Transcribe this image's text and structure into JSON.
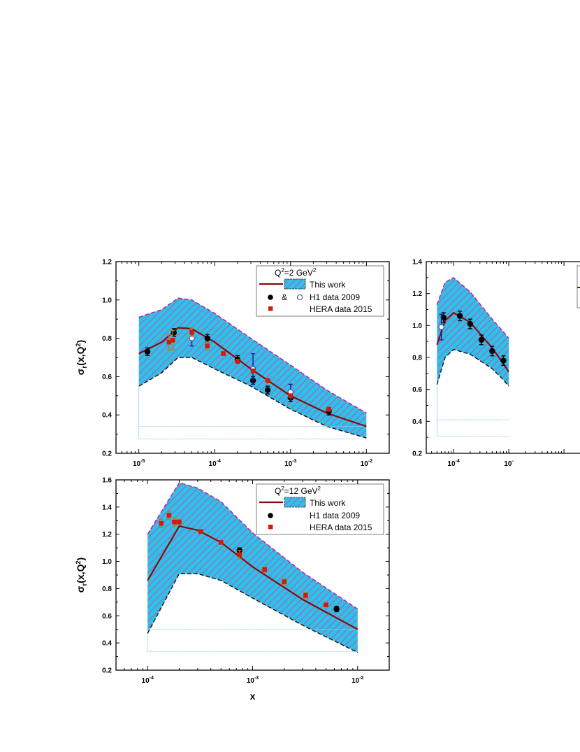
{
  "colors": {
    "band_fill": "#29c4e4",
    "band_hatch": "#c44ccf",
    "band_edge": "#c0199a",
    "curve": "#8b0a0a",
    "h1": "#000000",
    "hera": "#d61a00",
    "open": "#3b3ba0",
    "errorbar": "#1a1a9a",
    "fill_lines": "#8fd6ea"
  },
  "chart_data": [
    {
      "type": "line",
      "xscale": "log",
      "xlim": [
        5e-06,
        0.02
      ],
      "ylim": [
        0.2,
        1.2
      ],
      "xlabel": "",
      "ylabel": "σr(x,Q2)",
      "x_ticks": [
        1e-05,
        0.0001,
        0.001,
        0.01
      ],
      "x_tick_labels": [
        {
          "base": "10",
          "exp": "-5"
        },
        {
          "base": "10",
          "exp": "-4"
        },
        {
          "base": "10",
          "exp": "-3"
        },
        {
          "base": "10",
          "exp": "-2"
        }
      ],
      "y_ticks": [
        0.2,
        0.4,
        0.6,
        0.8,
        1.0,
        1.2
      ],
      "y_tick_labels": [
        "0.2",
        "0.4",
        "0.6",
        "0.8",
        "1.0",
        "1.2"
      ],
      "legend": {
        "placement": "top-right",
        "q2_label": "Q",
        "q2_value": "=2 GeV",
        "band_label": "This work",
        "h1_label": "H1 data 2009",
        "h1_joiner": "&",
        "hera_label": "HERA data 2015"
      },
      "band": {
        "x": [
          1e-05,
          2e-05,
          3.3e-05,
          5e-05,
          0.0001,
          0.0003,
          0.001,
          0.003,
          0.01
        ],
        "upper": [
          0.91,
          0.95,
          1.01,
          1.0,
          0.93,
          0.8,
          0.66,
          0.53,
          0.41
        ],
        "lower": [
          0.55,
          0.62,
          0.7,
          0.7,
          0.64,
          0.55,
          0.43,
          0.34,
          0.28
        ]
      },
      "fill_lines": [
        0.34,
        0.275
      ],
      "curve": {
        "x": [
          1e-05,
          2e-05,
          3.3e-05,
          5e-05,
          0.0001,
          0.0003,
          0.001,
          0.003,
          0.01
        ],
        "y": [
          0.72,
          0.78,
          0.855,
          0.85,
          0.78,
          0.64,
          0.5,
          0.41,
          0.34
        ]
      },
      "h1": [
        {
          "x": 1.3e-05,
          "y": 0.73,
          "err": 0.02
        },
        {
          "x": 2.9e-05,
          "y": 0.83,
          "err": 0.02
        },
        {
          "x": 8e-05,
          "y": 0.8,
          "err": 0.02
        },
        {
          "x": 0.0002,
          "y": 0.69,
          "err": 0.02
        },
        {
          "x": 0.00032,
          "y": 0.58,
          "err": 0.02
        },
        {
          "x": 0.0005,
          "y": 0.53,
          "err": 0.02
        },
        {
          "x": 0.001,
          "y": 0.49,
          "err": 0.02
        },
        {
          "x": 0.0032,
          "y": 0.42,
          "err": 0.02
        }
      ],
      "open": [
        {
          "x": 5e-05,
          "y": 0.8,
          "err": 0.04
        },
        {
          "x": 0.00032,
          "y": 0.64,
          "err": 0.08
        },
        {
          "x": 0.001,
          "y": 0.52,
          "err": 0.04
        }
      ],
      "hera": [
        {
          "x": 2.5e-05,
          "y": 0.78,
          "err": 0.04
        },
        {
          "x": 2.8e-05,
          "y": 0.79,
          "err": 0.05
        },
        {
          "x": 5e-05,
          "y": 0.83,
          "err": 0.02
        },
        {
          "x": 8e-05,
          "y": 0.76,
          "err": 0.02
        },
        {
          "x": 0.00013,
          "y": 0.72,
          "err": 0.01
        },
        {
          "x": 0.0002,
          "y": 0.68,
          "err": 0.01
        },
        {
          "x": 0.00032,
          "y": 0.63,
          "err": 0.01
        },
        {
          "x": 0.0005,
          "y": 0.58,
          "err": 0.01
        },
        {
          "x": 0.001,
          "y": 0.5,
          "err": 0.01
        },
        {
          "x": 0.0032,
          "y": 0.43,
          "err": 0.01
        }
      ]
    },
    {
      "type": "line",
      "xscale": "log",
      "xlim": [
        3.2e-05,
        0.15
      ],
      "ylim": [
        0.2,
        1.4
      ],
      "xlabel": "",
      "ylabel": "",
      "x_ticks": [
        0.0001,
        0.001
      ],
      "x_tick_labels": [
        {
          "base": "10",
          "exp": "-4"
        },
        {
          "base": "10",
          "exp": "-"
        }
      ],
      "y_ticks": [
        0.2,
        0.4,
        0.6,
        0.8,
        1.0,
        1.2,
        1.4
      ],
      "y_tick_labels": [
        "0.2",
        "0.4",
        "0.6",
        "0.8",
        "1.0",
        "1.2",
        "1.4"
      ],
      "band": {
        "x": [
          5e-05,
          7e-05,
          0.0001,
          0.0002,
          0.0005,
          0.0008,
          0.001
        ],
        "upper": [
          1.13,
          1.27,
          1.3,
          1.21,
          1.04,
          0.96,
          0.92
        ],
        "lower": [
          0.63,
          0.8,
          0.85,
          0.82,
          0.73,
          0.66,
          0.62
        ]
      },
      "fill_lines": [
        0.41,
        0.305
      ],
      "curve": {
        "x": [
          5e-05,
          7e-05,
          0.0001,
          0.0002,
          0.0005,
          0.0008,
          0.001
        ],
        "y": [
          0.88,
          1.03,
          1.08,
          1.02,
          0.86,
          0.76,
          0.71
        ]
      },
      "h1": [
        {
          "x": 6.6e-05,
          "y": 1.05,
          "err": 0.03
        },
        {
          "x": 0.00013,
          "y": 1.06,
          "err": 0.03
        },
        {
          "x": 0.0002,
          "y": 1.01,
          "err": 0.03
        },
        {
          "x": 0.00032,
          "y": 0.91,
          "err": 0.03
        },
        {
          "x": 0.0005,
          "y": 0.84,
          "err": 0.03
        },
        {
          "x": 0.0008,
          "y": 0.78,
          "err": 0.03
        }
      ],
      "open": [
        {
          "x": 6e-05,
          "y": 0.99,
          "err": 0.08
        }
      ],
      "hera": []
    },
    {
      "type": "line",
      "xscale": "log",
      "xlim": [
        5e-05,
        0.02
      ],
      "ylim": [
        0.2,
        1.6
      ],
      "xlabel": "x",
      "ylabel": "σr(x,Q2)",
      "x_ticks": [
        0.0001,
        0.001,
        0.01
      ],
      "x_tick_labels": [
        {
          "base": "10",
          "exp": "-4"
        },
        {
          "base": "10",
          "exp": "-3"
        },
        {
          "base": "10",
          "exp": "-2"
        }
      ],
      "y_ticks": [
        0.2,
        0.4,
        0.6,
        0.8,
        1.0,
        1.2,
        1.4,
        1.6
      ],
      "y_tick_labels": [
        "0.2",
        "0.4",
        "0.6",
        "0.8",
        "1.0",
        "1.2",
        "1.4",
        "1.6"
      ],
      "legend": {
        "placement": "top-right",
        "q2_label": "Q",
        "q2_value": "=12 GeV",
        "band_label": "This work",
        "h1_label": "H1 data 2009",
        "hera_label": "HERA data 2015"
      },
      "band": {
        "x": [
          0.0001,
          0.0002,
          0.0003,
          0.0005,
          0.001,
          0.003,
          0.01
        ],
        "upper": [
          1.2,
          1.58,
          1.54,
          1.44,
          1.21,
          0.92,
          0.65
        ],
        "lower": [
          0.47,
          0.91,
          0.91,
          0.86,
          0.73,
          0.53,
          0.33
        ]
      },
      "fill_lines": [
        0.5,
        0.335
      ],
      "curve": {
        "x": [
          0.0001,
          0.0002,
          0.0003,
          0.0005,
          0.001,
          0.003,
          0.01
        ],
        "y": [
          0.86,
          1.26,
          1.23,
          1.14,
          0.96,
          0.72,
          0.5
        ]
      },
      "h1": [
        {
          "x": 0.00075,
          "y": 1.08,
          "err": 0.02
        },
        {
          "x": 0.0063,
          "y": 0.65,
          "err": 0.02
        }
      ],
      "open": [],
      "hera": [
        {
          "x": 0.000135,
          "y": 1.28,
          "err": 0.03
        },
        {
          "x": 0.00016,
          "y": 1.34,
          "err": 0.03
        },
        {
          "x": 0.00018,
          "y": 1.29,
          "err": 0.03
        },
        {
          "x": 0.0002,
          "y": 1.29,
          "err": 0.02
        },
        {
          "x": 0.00032,
          "y": 1.22,
          "err": 0.01
        },
        {
          "x": 0.0005,
          "y": 1.14,
          "err": 0.01
        },
        {
          "x": 0.00075,
          "y": 1.05,
          "err": 0.03
        },
        {
          "x": 0.0013,
          "y": 0.94,
          "err": 0.02
        },
        {
          "x": 0.002,
          "y": 0.85,
          "err": 0.02
        },
        {
          "x": 0.0032,
          "y": 0.75,
          "err": 0.02
        },
        {
          "x": 0.005,
          "y": 0.68,
          "err": 0.01
        }
      ]
    }
  ]
}
